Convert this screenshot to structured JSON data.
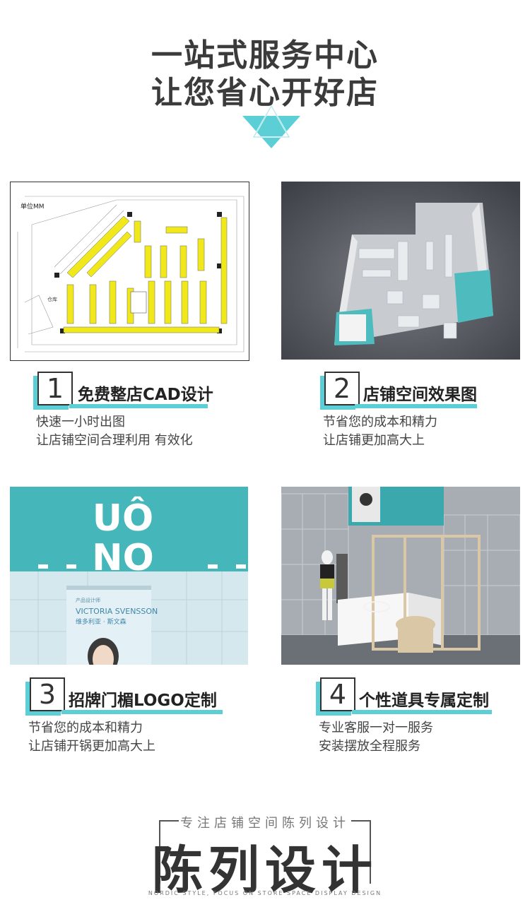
{
  "header": {
    "title_line1": "一站式服务中心",
    "title_line2": "让您省心开好店",
    "accent_color": "#5ccfd6"
  },
  "features": [
    {
      "number": "1",
      "title": "免费整店CAD设计",
      "desc_line1": "快速一小时出图",
      "desc_line2": "让店铺空间合理利用 有效化"
    },
    {
      "number": "2",
      "title": "店铺空间效果图",
      "desc_line1": "节省您的成本和精力",
      "desc_line2": "让店铺更加高大上"
    },
    {
      "number": "3",
      "title": "招牌门楣LOGO定制",
      "desc_line1": "节省您的成本和精力",
      "desc_line2": "让店铺开锅更加高大上"
    },
    {
      "number": "4",
      "title": "个性道具专属定制",
      "desc_line1": "专业客服一对一服务",
      "desc_line2": "安装摆放全程服务"
    }
  ],
  "cad": {
    "unit_label": "单位MM",
    "entrance_label": "仓库"
  },
  "logo_sign": {
    "brand_line1": "UÔ",
    "brand_line2": "NO",
    "poster_small": "产品设计师",
    "poster_name": "VICTORIA SVENSSON",
    "poster_cn": "维多利亚 · 斯文森"
  },
  "footer": {
    "subtitle": "专注店铺空间陈列设计",
    "main": "陈列设计",
    "tagline": "NORDIC STYLE, FOCUS ON STORE SPACE DISPLAY DESIGN"
  }
}
